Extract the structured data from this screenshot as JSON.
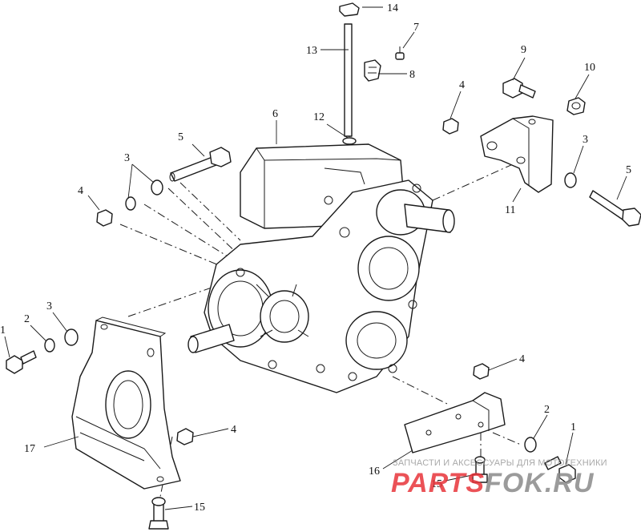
{
  "diagram": {
    "callouts": [
      {
        "id": "c1a",
        "text": "1"
      },
      {
        "id": "c1b",
        "text": "1"
      },
      {
        "id": "c2a",
        "text": "2"
      },
      {
        "id": "c2b",
        "text": "2"
      },
      {
        "id": "c3a",
        "text": "3"
      },
      {
        "id": "c3b",
        "text": "3"
      },
      {
        "id": "c3c",
        "text": "3"
      },
      {
        "id": "c4a",
        "text": "4"
      },
      {
        "id": "c4b",
        "text": "4"
      },
      {
        "id": "c4c",
        "text": "4"
      },
      {
        "id": "c4d",
        "text": "4"
      },
      {
        "id": "c5a",
        "text": "5"
      },
      {
        "id": "c5b",
        "text": "5"
      },
      {
        "id": "c6",
        "text": "6"
      },
      {
        "id": "c7",
        "text": "7"
      },
      {
        "id": "c8",
        "text": "8"
      },
      {
        "id": "c9",
        "text": "9"
      },
      {
        "id": "c10",
        "text": "10"
      },
      {
        "id": "c11",
        "text": "11"
      },
      {
        "id": "c12",
        "text": "12"
      },
      {
        "id": "c13",
        "text": "13"
      },
      {
        "id": "c14",
        "text": "14"
      },
      {
        "id": "c15a",
        "text": "15"
      },
      {
        "id": "c15b",
        "text": "15"
      },
      {
        "id": "c16",
        "text": "16"
      },
      {
        "id": "c17",
        "text": "17"
      }
    ]
  },
  "watermark": {
    "tagline": "ЗАПЧАСТИ И АКСЕССУАРЫ ДЛЯ МОТОТЕХНИКИ",
    "brand_part1": "PARTS",
    "brand_part2": "FOK.RU",
    "color_red": "#e8343a",
    "color_gray": "#8a8a8a"
  }
}
